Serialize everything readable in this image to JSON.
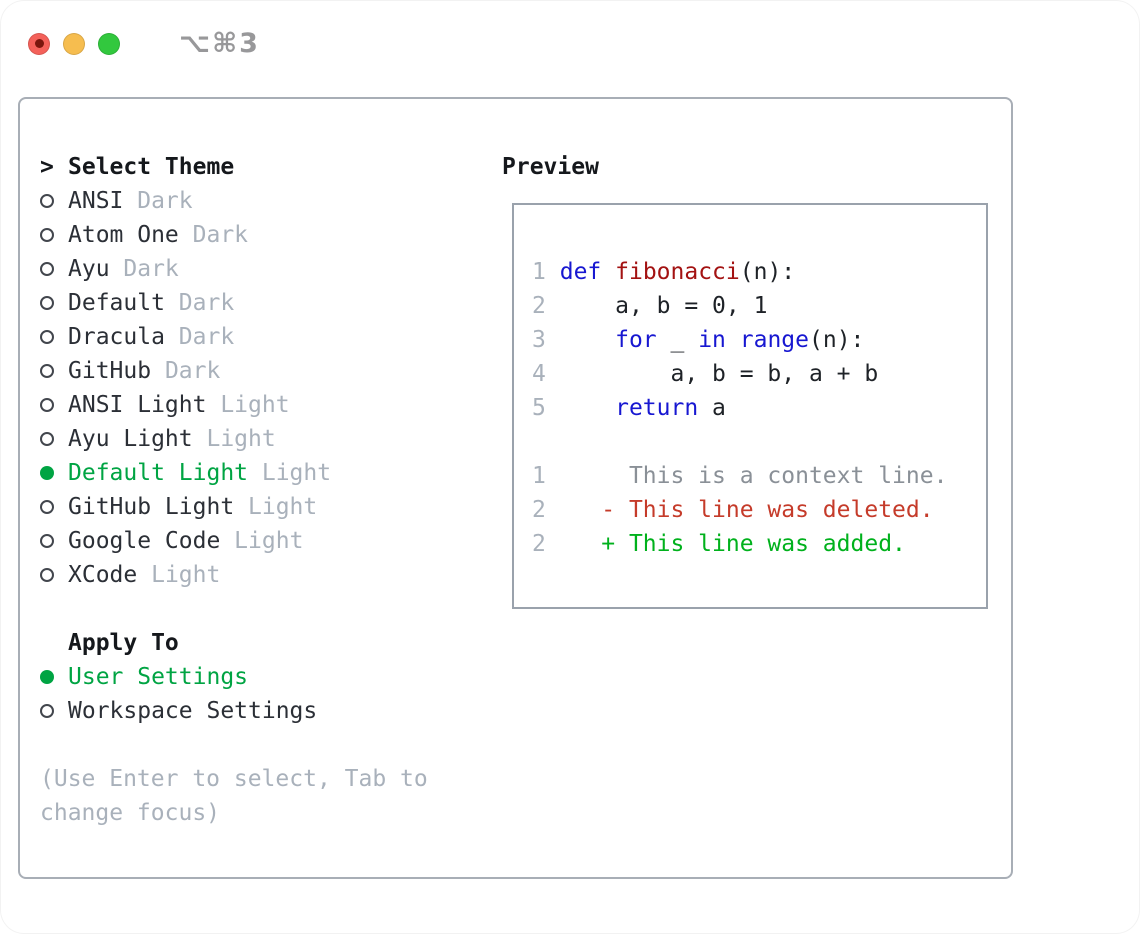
{
  "window": {
    "title": "⌥⌘3"
  },
  "traffic_lights": {
    "red": "#f4615a",
    "red_dot": "#7a160d",
    "yellow": "#f6bd4f",
    "green": "#32c83e"
  },
  "theme_list": {
    "cursor": ">",
    "title": "Select Theme",
    "items": [
      {
        "name": "ANSI",
        "tag": "Dark",
        "selected": false
      },
      {
        "name": "Atom One",
        "tag": "Dark",
        "selected": false
      },
      {
        "name": "Ayu",
        "tag": "Dark",
        "selected": false
      },
      {
        "name": "Default",
        "tag": "Dark",
        "selected": false
      },
      {
        "name": "Dracula",
        "tag": "Dark",
        "selected": false
      },
      {
        "name": "GitHub",
        "tag": "Dark",
        "selected": false
      },
      {
        "name": "ANSI Light",
        "tag": "Light",
        "selected": false
      },
      {
        "name": "Ayu Light",
        "tag": "Light",
        "selected": false
      },
      {
        "name": "Default Light",
        "tag": "Light",
        "selected": true
      },
      {
        "name": "GitHub Light",
        "tag": "Light",
        "selected": false
      },
      {
        "name": "Google Code",
        "tag": "Light",
        "selected": false
      },
      {
        "name": "XCode",
        "tag": "Light",
        "selected": false
      }
    ]
  },
  "apply_to": {
    "title": "Apply To",
    "items": [
      {
        "name": "User Settings",
        "selected": true
      },
      {
        "name": "Workspace Settings",
        "selected": false
      }
    ]
  },
  "hint_lines": [
    "(Use Enter to select, Tab to",
    "change focus)"
  ],
  "preview": {
    "title": "Preview",
    "lines": [
      [
        {
          "c": "num",
          "t": "1"
        },
        {
          "c": "pl",
          "t": " "
        },
        {
          "c": "kw",
          "t": "def"
        },
        {
          "c": "pl",
          "t": " "
        },
        {
          "c": "fn",
          "t": "fibonacci"
        },
        {
          "c": "pl",
          "t": "(n):"
        }
      ],
      [
        {
          "c": "num",
          "t": "2"
        },
        {
          "c": "pl",
          "t": "     a, b = 0, 1"
        }
      ],
      [
        {
          "c": "num",
          "t": "3"
        },
        {
          "c": "pl",
          "t": "     "
        },
        {
          "c": "kw",
          "t": "for"
        },
        {
          "c": "pl",
          "t": " _ "
        },
        {
          "c": "kw",
          "t": "in"
        },
        {
          "c": "pl",
          "t": " "
        },
        {
          "c": "kw",
          "t": "range"
        },
        {
          "c": "pl",
          "t": "(n):"
        }
      ],
      [
        {
          "c": "num",
          "t": "4"
        },
        {
          "c": "pl",
          "t": "         a, b = b, a + b"
        }
      ],
      [
        {
          "c": "num",
          "t": "5"
        },
        {
          "c": "pl",
          "t": "     "
        },
        {
          "c": "kw",
          "t": "return"
        },
        {
          "c": "pl",
          "t": " a"
        }
      ],
      [],
      [
        {
          "c": "num",
          "t": "1"
        },
        {
          "c": "ctx",
          "t": "      This is a context line."
        }
      ],
      [
        {
          "c": "num",
          "t": "2"
        },
        {
          "c": "del",
          "t": "    - This line was deleted."
        }
      ],
      [
        {
          "c": "num",
          "t": "2"
        },
        {
          "c": "add",
          "t": "    + This line was added."
        }
      ]
    ]
  },
  "colors": {
    "panel_border": "#a8aeb6",
    "preview_border": "#9aa2ac",
    "text_dark": "#2b2f36",
    "header_black": "#15181c",
    "tag_gray": "#a9b1bb",
    "selected_green": "#00a443",
    "keyword_blue": "#1717d1",
    "function_red": "#a31212",
    "line_number_gray": "#a9b1bb",
    "context_gray": "#8a9097",
    "diff_deleted_red": "#c53b2a",
    "diff_added_green": "#00b11c"
  }
}
